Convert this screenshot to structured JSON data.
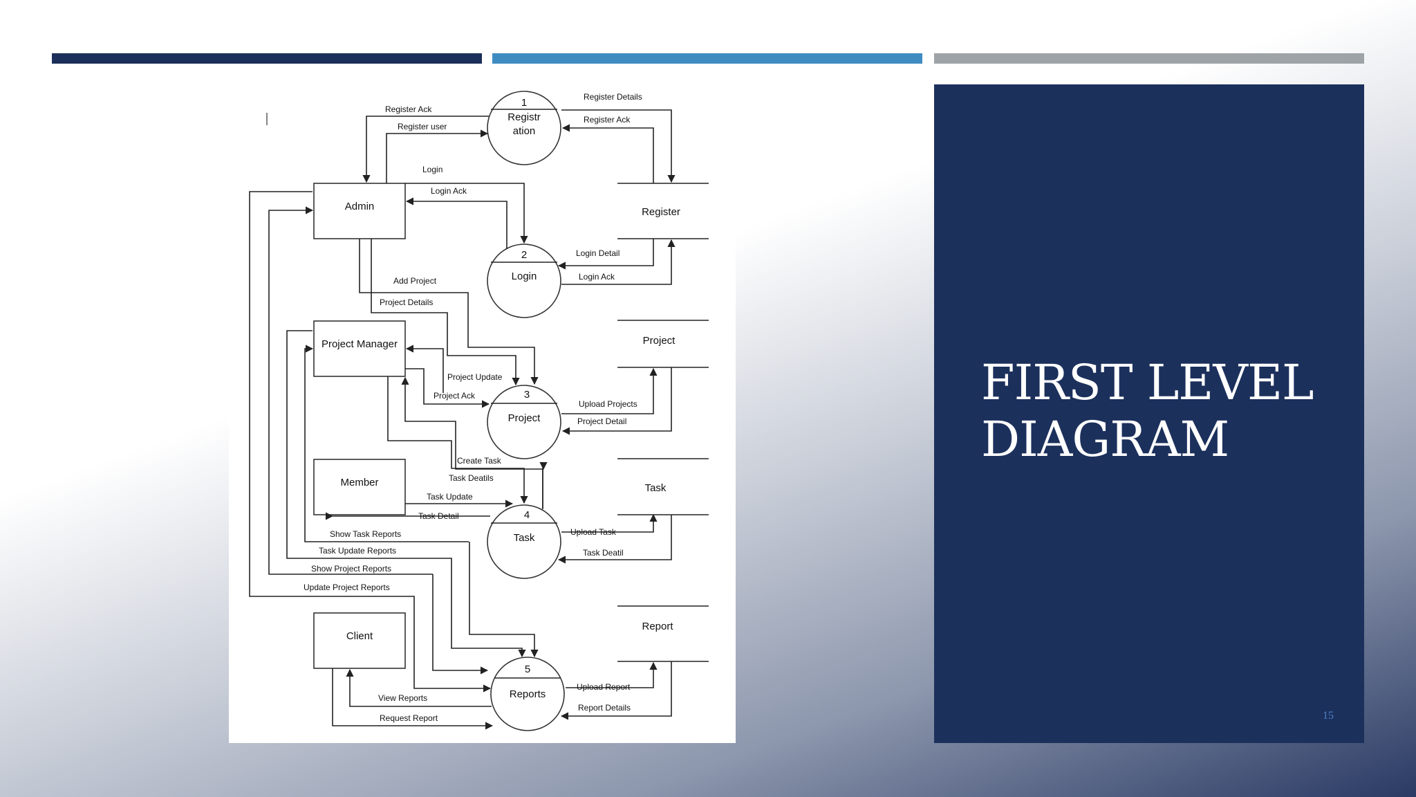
{
  "slide": {
    "title_line1": "FIRST LEVEL",
    "title_line2": "DIAGRAM",
    "page_number": "15"
  },
  "diagram": {
    "entities": {
      "admin": "Admin",
      "project_manager": "Project Manager",
      "member": "Member",
      "client": "Client"
    },
    "processes": {
      "registration": {
        "number": "1",
        "name_line1": "Registr",
        "name_line2": "ation"
      },
      "login": {
        "number": "2",
        "name": "Login"
      },
      "project": {
        "number": "3",
        "name": "Project"
      },
      "task": {
        "number": "4",
        "name": "Task"
      },
      "reports": {
        "number": "5",
        "name": "Reports"
      }
    },
    "stores": {
      "register": "Register",
      "project": "Project",
      "task": "Task",
      "report": "Report"
    },
    "flows": {
      "register_ack_left": "Register Ack",
      "register_user": "Register user",
      "register_details": "Register Details",
      "register_ack_right": "Register Ack",
      "login": "Login",
      "login_ack_left": "Login Ack",
      "login_detail": "Login Detail",
      "login_ack_right": "Login Ack",
      "add_project": "Add Project",
      "project_details": "Project Details",
      "project_update": "Project Update",
      "project_ack": "Project Ack",
      "upload_projects": "Upload Projects",
      "project_detail": "Project Detail",
      "create_task": "Create Task",
      "task_details": "Task Deatils",
      "task_update": "Task Update",
      "task_detail": "Task Detail",
      "upload_task": "Upload Task",
      "task_deatil": "Task Deatil",
      "show_task_reports": "Show Task Reports",
      "task_update_reports": "Task Update Reports",
      "show_project_reports": "Show Project Reports",
      "update_project_reports": "Update Project Reports",
      "upload_report": "Upload Report",
      "report_details": "Report Details",
      "view_reports": "View Reports",
      "request_report": "Request Report"
    }
  }
}
